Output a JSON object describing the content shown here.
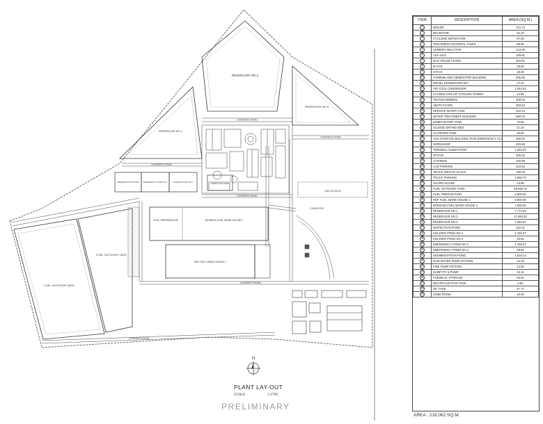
{
  "plan": {
    "title": "PLANT LAY-OUT",
    "scale_label": "SCALE",
    "scale_value": "1:2750",
    "stamp": "PRELIMINARY",
    "north_label": "N",
    "labels": {
      "reservoir_1": "RESERVOIR NO.1",
      "reservoir_2": "RESERVOIR NO.2",
      "reservoir_3": "RESERVOIR NO.3",
      "fuel_yard_left": "FUEL OUTDOOR YARD",
      "fuel_yard_mid": "FUEL OUTDOOR YARD",
      "fuel_prep": "FUEL PREPARATION",
      "biomass_house": "BIOMASS FUEL WARE HOUSE 2",
      "rdf_house": "RDF FUEL WARE HOUSE 1",
      "sedimentation": "SEDIMENTATION POND",
      "emergency": "EMERGENCY POND NO.1",
      "holding": "HOLDING POND NO.1",
      "inspection": "INSPECTION POND",
      "ash_area": "ASH 20,000.00",
      "road_1": "CONCRETE ROAD",
      "road_2": "CONCRETE ROAD",
      "road_3": "CONCRETE ROAD",
      "road_4": "CONCRETE ROAD",
      "road_5": "CONCRETE ROAD",
      "road_6": "CONCRETE ROAD",
      "conveyor": "CONVEYOR",
      "leg_1": "",
      "leg_2": "",
      "side_road": ""
    }
  },
  "legend": {
    "headers": [
      "ITEM",
      "DESCRIPTION",
      "AREA (SQ.M.)"
    ],
    "rows": [
      {
        "item": "1",
        "desc": "BOILER",
        "area": "712.72"
      },
      {
        "item": "2",
        "desc": "DEARATOR",
        "area": "84.10"
      },
      {
        "item": "3",
        "desc": "CYCLONE SEPARATOR",
        "area": "67.00"
      },
      {
        "item": "4",
        "desc": "TREATMENT MATERIAL TANKS",
        "area": "89.80"
      },
      {
        "item": "5",
        "desc": "SEMIDRY REACTOR",
        "area": "124.00"
      },
      {
        "item": "6",
        "desc": "ASH SILO",
        "area": "109.81"
      },
      {
        "item": "7",
        "desc": "BAG HOUSE FILTER",
        "area": "203.91"
      },
      {
        "item": "8",
        "desc": "ID FAN",
        "area": "29.65"
      },
      {
        "item": "9",
        "desc": "STACK",
        "area": "18.46"
      },
      {
        "item": "10",
        "desc": "TURBINE AND GENERATOR BUILDING",
        "area": "935.86"
      },
      {
        "item": "11",
        "desc": "DIESEL GENERATOR SET",
        "area": "17.41"
      },
      {
        "item": "12",
        "desc": "AIR COOL CONDENSER",
        "area": "1,044.53"
      },
      {
        "item": "13",
        "desc": "CLOSED CIRCUIT COOLING TOWER",
        "area": "24.60"
      },
      {
        "item": "14",
        "desc": "TRANSFORMERS",
        "area": "208.00"
      },
      {
        "item": "15",
        "desc": "SWITCHYARD",
        "area": "383.54"
      },
      {
        "item": "16",
        "desc": "SERVICE WATER TANK",
        "area": "222.44"
      },
      {
        "item": "17",
        "desc": "WATER TREATMENT BUILDING",
        "area": "660.03"
      },
      {
        "item": "18",
        "desc": "DEMIN WATER TANK",
        "area": "70.85"
      },
      {
        "item": "19",
        "desc": "SLUDGE DRYING BED",
        "area": "21.20"
      },
      {
        "item": "20",
        "desc": "CLARIFIER TANK",
        "area": "40.50"
      },
      {
        "item": "21",
        "desc": "ASH STORAGE BUILDING (FOR EMERGENCY CASE)",
        "area": "280.00"
      },
      {
        "item": "22",
        "desc": "WORKSHOP",
        "area": "310.56"
      },
      {
        "item": "23",
        "desc": "TERMINAL SUBSTATION",
        "area": "1,253.20"
      },
      {
        "item": "24",
        "desc": "OFFICE",
        "area": "205.30"
      },
      {
        "item": "25",
        "desc": "CANTEEN",
        "area": "150.98"
      },
      {
        "item": "26",
        "desc": "CAR PARKING",
        "area": "433.53"
      },
      {
        "item": "27",
        "desc": "TRUCK WEIGHT SCALE",
        "area": "139.00"
      },
      {
        "item": "28",
        "desc": "TRUCK PARKING",
        "area": "2,059.70"
      },
      {
        "item": "29",
        "desc": "GUARD HOUSE",
        "area": "23.85"
      },
      {
        "item": "30",
        "desc": "FUEL OUTDOOR YARD",
        "area": "29,628.76"
      },
      {
        "item": "31",
        "desc": "FUEL PREPARATION",
        "area": "2,500.00"
      },
      {
        "item": "32",
        "desc": "RDF FUEL WARE HOUSE 1",
        "area": "8,000.00"
      },
      {
        "item": "33",
        "desc": "BIOMASS FUEL WARE HOUSE 2",
        "area": "7,500.00"
      },
      {
        "item": "34",
        "desc": "RESERVOIR NO.1",
        "area": "7,773.63"
      },
      {
        "item": "35",
        "desc": "RESERVOIR NO.2",
        "area": "17,000.00"
      },
      {
        "item": "36",
        "desc": "RESERVOIR NO.3",
        "area": "7,450.87"
      },
      {
        "item": "37",
        "desc": "INSPECTION POND",
        "area": "118.14"
      },
      {
        "item": "38",
        "desc": "HOLDING POND NO.1",
        "area": "1,769.37"
      },
      {
        "item": "39",
        "desc": "HOLDING POND NO.2",
        "area": "25.60"
      },
      {
        "item": "40",
        "desc": "EMERGENCY POND NO.1",
        "area": "1,769.37"
      },
      {
        "item": "41",
        "desc": "EMERGENCY POND NO.2",
        "area": "25.60"
      },
      {
        "item": "42",
        "desc": "SEDIMENTATION POND",
        "area": "1,818.14"
      },
      {
        "item": "43",
        "desc": "RAW WATER PUMP STATION",
        "area": "12.15"
      },
      {
        "item": "44",
        "desc": "FIRE PUMP STATION",
        "area": "24.00"
      },
      {
        "item": "45",
        "desc": "SUMP PIT & PUMP",
        "area": "19.11"
      },
      {
        "item": "46",
        "desc": "CHEMICAL STORAGE",
        "area": "63.91"
      },
      {
        "item": "47",
        "desc": "NEUTRALIZATION TANK",
        "area": "5.60"
      },
      {
        "item": "48",
        "desc": "OIL TANK",
        "area": "47.71"
      },
      {
        "item": "49",
        "desc": "CEMs ROOM",
        "area": "10.00"
      }
    ],
    "total": "AREA : 218,062 SQ.M."
  },
  "colors": {
    "line": "#333333",
    "dash": "#555555",
    "light": "#999999",
    "hatch": "#777777"
  }
}
